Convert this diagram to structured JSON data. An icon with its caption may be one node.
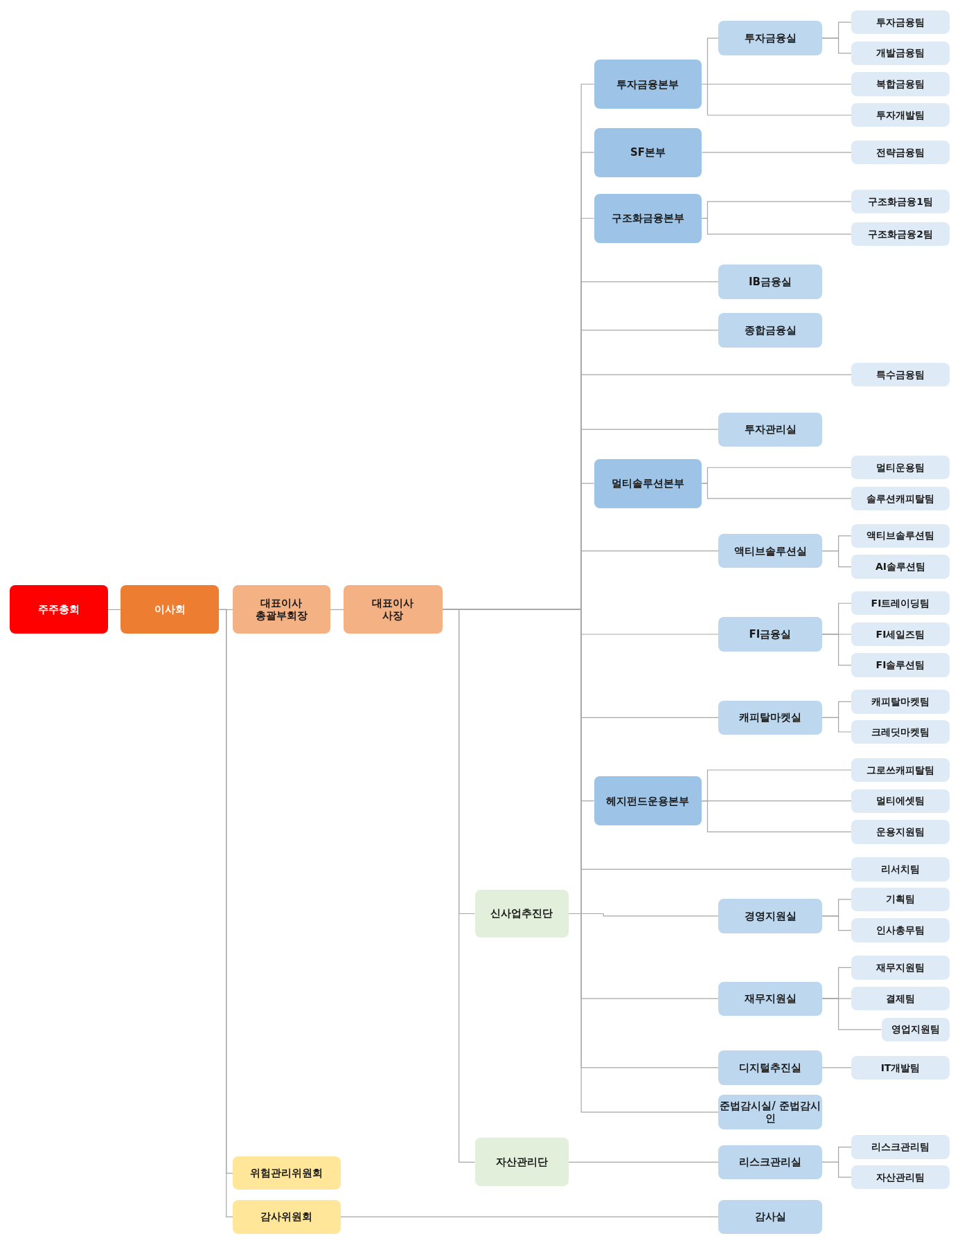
{
  "diagram": {
    "nodes": [
      {
        "text": [
          "주주총회"
        ]
      },
      {
        "text": [
          "이사회"
        ]
      },
      {
        "text": [
          "대표이사 총괄부회장"
        ]
      },
      {
        "text": [
          "대표이사 사장"
        ]
      },
      {
        "text": [
          "위험관리위원회"
        ]
      },
      {
        "text": [
          "감사위원회"
        ]
      },
      {
        "text": [
          "신사업추진단"
        ]
      },
      {
        "text": [
          "자산관리단"
        ]
      },
      {
        "text": [
          "투자금융본부"
        ]
      },
      {
        "text": [
          "투자금융실"
        ]
      },
      {
        "text": [
          "투자금융팀"
        ]
      },
      {
        "text": [
          "개발금융팀"
        ]
      },
      {
        "text": [
          "복합금융팀"
        ]
      },
      {
        "text": [
          "투자개발팀"
        ]
      },
      {
        "text": [
          "SF본부"
        ]
      },
      {
        "text": [
          "전략금융팀"
        ]
      },
      {
        "text": [
          "구조화금융본부"
        ]
      },
      {
        "text": [
          "구조화금융1팀"
        ]
      },
      {
        "text": [
          "구조화금융2팀"
        ]
      },
      {
        "text": [
          "IB금융실"
        ]
      },
      {
        "text": [
          "종합금융실"
        ]
      },
      {
        "text": [
          "특수금융팀"
        ]
      },
      {
        "text": [
          "투자관리실"
        ]
      },
      {
        "text": [
          "멀티솔루션본부"
        ]
      },
      {
        "text": [
          "멀티운용팀"
        ]
      },
      {
        "text": [
          "솔루션캐피탈팀"
        ]
      },
      {
        "text": [
          "액티브솔루션실"
        ]
      },
      {
        "text": [
          "액티브솔루션팀"
        ]
      },
      {
        "text": [
          "AI솔루션팀"
        ]
      },
      {
        "text": [
          "FI금융실"
        ]
      },
      {
        "text": [
          "FI트레이딩팀"
        ]
      },
      {
        "text": [
          "FI세일즈팀"
        ]
      },
      {
        "text": [
          "FI솔루션팀"
        ]
      },
      {
        "text": [
          "캐피탈마켓실"
        ]
      },
      {
        "text": [
          "캐피탈마켓팀"
        ]
      },
      {
        "text": [
          "크레딧마켓팀"
        ]
      },
      {
        "text": [
          "헤지펀드운용본부"
        ]
      },
      {
        "text": [
          "그로쓰캐피탈팀"
        ]
      },
      {
        "text": [
          "멀티에셋팀"
        ]
      },
      {
        "text": [
          "운용지원팀"
        ]
      },
      {
        "text": [
          "리서치팀"
        ]
      },
      {
        "text": [
          "경영지원실"
        ]
      },
      {
        "text": [
          "기획팀"
        ]
      },
      {
        "text": [
          "인사총무팀"
        ]
      },
      {
        "text": [
          "재무지원실"
        ]
      },
      {
        "text": [
          "재무지원팀"
        ]
      },
      {
        "text": [
          "결제팀"
        ]
      },
      {
        "text": [
          "영업지원팀"
        ]
      },
      {
        "text": [
          "디지털추진실"
        ]
      },
      {
        "text": [
          "IT개발팀"
        ]
      },
      {
        "text": [
          "준법감시실/ 준법감시인"
        ]
      },
      {
        "text": [
          "리스크관리실"
        ]
      },
      {
        "text": [
          "리스크관리팀"
        ]
      },
      {
        "text": [
          "자산관리팀"
        ]
      },
      {
        "text": [
          "감사실"
        ]
      }
    ],
    "edges": [
      {
        "from": 0,
        "to": 1,
        "arrow": "none"
      },
      {
        "from": 1,
        "to": 2,
        "arrow": "none"
      },
      {
        "from": 2,
        "to": 3,
        "arrow": "none"
      },
      {
        "from": 1,
        "to": 4,
        "arrow": "none"
      },
      {
        "from": 1,
        "to": 5,
        "arrow": "none"
      },
      {
        "from": 3,
        "to": 6,
        "arrow": "none"
      },
      {
        "from": 3,
        "to": 7,
        "arrow": "none"
      },
      {
        "from": 3,
        "to": 8,
        "arrow": "none"
      },
      {
        "from": 3,
        "to": 14,
        "arrow": "none"
      },
      {
        "from": 3,
        "to": 16,
        "arrow": "none"
      },
      {
        "from": 3,
        "to": 19,
        "arrow": "none"
      },
      {
        "from": 3,
        "to": 20,
        "arrow": "none"
      },
      {
        "from": 3,
        "to": 21,
        "arrow": "none"
      },
      {
        "from": 3,
        "to": 22,
        "arrow": "none"
      },
      {
        "from": 3,
        "to": 23,
        "arrow": "none"
      },
      {
        "from": 3,
        "to": 26,
        "arrow": "none"
      },
      {
        "from": 3,
        "to": 29,
        "arrow": "none"
      },
      {
        "from": 3,
        "to": 33,
        "arrow": "none"
      },
      {
        "from": 3,
        "to": 36,
        "arrow": "none"
      },
      {
        "from": 3,
        "to": 40,
        "arrow": "none"
      },
      {
        "from": 6,
        "to": 41,
        "arrow": "none"
      },
      {
        "from": 3,
        "to": 44,
        "arrow": "none"
      },
      {
        "from": 3,
        "to": 48,
        "arrow": "none"
      },
      {
        "from": 3,
        "to": 50,
        "arrow": "none"
      },
      {
        "from": 8,
        "to": 9,
        "arrow": "none"
      },
      {
        "from": 8,
        "to": 12,
        "arrow": "none"
      },
      {
        "from": 8,
        "to": 13,
        "arrow": "none"
      },
      {
        "from": 9,
        "to": 10,
        "arrow": "none"
      },
      {
        "from": 9,
        "to": 11,
        "arrow": "none"
      },
      {
        "from": 14,
        "to": 15,
        "arrow": "none"
      },
      {
        "from": 16,
        "to": 17,
        "arrow": "none"
      },
      {
        "from": 16,
        "to": 18,
        "arrow": "none"
      },
      {
        "from": 23,
        "to": 24,
        "arrow": "none"
      },
      {
        "from": 23,
        "to": 25,
        "arrow": "none"
      },
      {
        "from": 26,
        "to": 27,
        "arrow": "none"
      },
      {
        "from": 26,
        "to": 28,
        "arrow": "none"
      },
      {
        "from": 29,
        "to": 30,
        "arrow": "none"
      },
      {
        "from": 29,
        "to": 31,
        "arrow": "none"
      },
      {
        "from": 29,
        "to": 32,
        "arrow": "none"
      },
      {
        "from": 33,
        "to": 34,
        "arrow": "none"
      },
      {
        "from": 33,
        "to": 35,
        "arrow": "none"
      },
      {
        "from": 36,
        "to": 37,
        "arrow": "none"
      },
      {
        "from": 36,
        "to": 38,
        "arrow": "none"
      },
      {
        "from": 36,
        "to": 39,
        "arrow": "none"
      },
      {
        "from": 41,
        "to": 42,
        "arrow": "none"
      },
      {
        "from": 41,
        "to": 43,
        "arrow": "none"
      },
      {
        "from": 44,
        "to": 45,
        "arrow": "none"
      },
      {
        "from": 44,
        "to": 46,
        "arrow": "none"
      },
      {
        "from": 44,
        "to": 47,
        "arrow": "none"
      },
      {
        "from": 48,
        "to": 49,
        "arrow": "none"
      },
      {
        "from": 7,
        "to": 51,
        "arrow": "none"
      },
      {
        "from": 51,
        "to": 52,
        "arrow": "none"
      },
      {
        "from": 51,
        "to": 53,
        "arrow": "none"
      },
      {
        "from": 5,
        "to": 54,
        "arrow": "none"
      }
    ]
  }
}
